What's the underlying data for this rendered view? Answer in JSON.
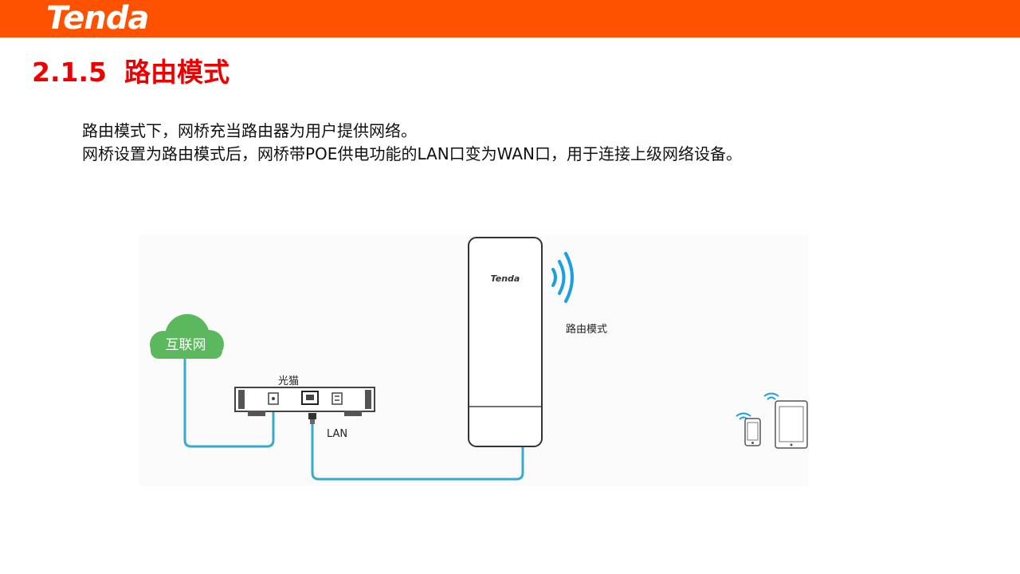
{
  "header": {
    "logo_text": "Tenda",
    "bar_color": "#fe5200"
  },
  "section": {
    "number": "2.1.5",
    "title": "路由模式",
    "title_color": "#ee0000"
  },
  "paragraphs": [
    "路由模式下，网桥充当路由器为用户提供网络。",
    "网桥设置为路由模式后，网桥带POE供电功能的LAN口变为WAN口，用于连接上级网络设备。"
  ],
  "diagram": {
    "cloud_label": "互联网",
    "modem_label": "光猫",
    "lan_label": "LAN",
    "bridge_brand": "Tenda",
    "mode_label": "路由模式",
    "cloud_color": "#5cb85c",
    "cable_color": "#3aa8cf",
    "wifi_color": "#1a9fe0",
    "icons": [
      "cloud-icon",
      "modem-icon",
      "bridge-device-icon",
      "wifi-signal-icon",
      "phone-icon",
      "tablet-icon"
    ]
  }
}
